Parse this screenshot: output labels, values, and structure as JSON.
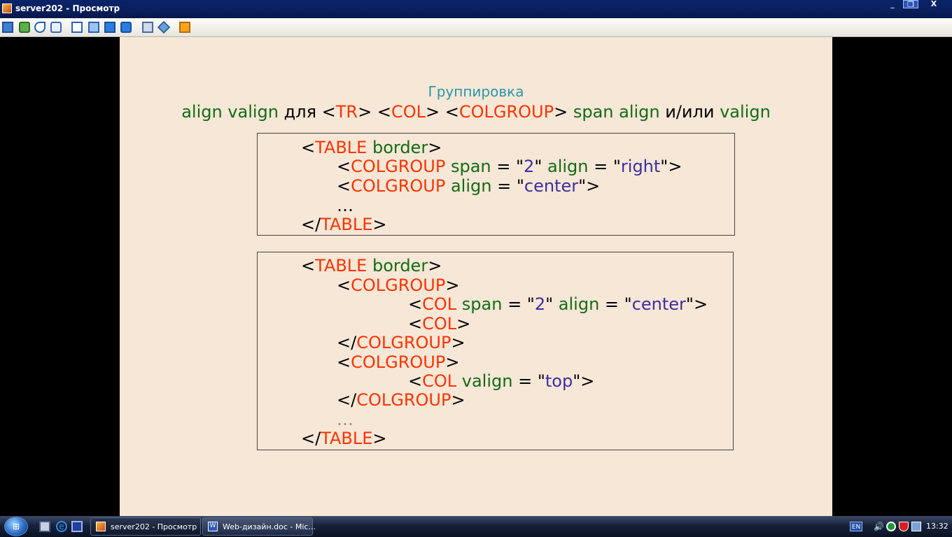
{
  "window": {
    "title": "server202 - Просмотр",
    "min_glyph": "_",
    "max_glyph": "❐",
    "close_glyph": "X"
  },
  "toolbar": {
    "icons": [
      "display-icon",
      "network-icon",
      "phone-icon",
      "chat-icon",
      "window-icon",
      "fit-screen-icon",
      "fullscreen-icon",
      "refresh-icon",
      "copy-icon",
      "settings-icon",
      "close-session-icon"
    ]
  },
  "slide": {
    "title": "Группировка",
    "subtitle": {
      "p1": "align valign",
      "p2": " для <",
      "p3": "TR",
      "p4": ">  <",
      "p5": "COL",
      "p6": "> <",
      "p7": "COLGROUP",
      "p8": ">  ",
      "p9": "span align",
      "p10": " и/или ",
      "p11": "valign"
    },
    "box1": [
      {
        "t1": "<",
        "t2": "TABLE",
        "t3": " border",
        "t4": ">"
      },
      {
        "t1": "<",
        "t2": "COLGROUP",
        "t3": " span",
        "t4": " = \"",
        "t5": "2",
        "t6": "\" ",
        "t7": "align",
        "t8": " = \"",
        "t9": "right",
        "t10": "\">"
      },
      {
        "t1": "<",
        "t2": "COLGROUP",
        "t3": " align",
        "t4": " = \"",
        "t5": "center",
        "t6": "\">"
      },
      {
        "t1": "…"
      },
      {
        "t1": "</",
        "t2": "TABLE",
        "t3": ">"
      }
    ],
    "box2": [
      {
        "t1": "<",
        "t2": "TABLE",
        "t3": " border",
        "t4": ">"
      },
      {
        "t1": "<",
        "t2": "COLGROUP",
        "t3": ">"
      },
      {
        "t1": "<",
        "t2": "COL",
        "t3": " span",
        "t4": " = \"",
        "t5": "2",
        "t6": "\" ",
        "t7": "align",
        "t8": " = \"",
        "t9": "center",
        "t10": "\">"
      },
      {
        "t1": "<",
        "t2": "COL",
        "t3": ">"
      },
      {
        "t1": "</",
        "t2": "COLGROUP",
        "t3": ">"
      },
      {
        "t1": "<",
        "t2": "COLGROUP",
        "t3": ">"
      },
      {
        "t1": "<",
        "t2": "COL",
        "t3": " valign",
        "t4": " = \"",
        "t5": "top",
        "t6": "\">"
      },
      {
        "t1": "</",
        "t2": "COLGROUP",
        "t3": ">"
      },
      {
        "t1": "…"
      },
      {
        "t1": "</",
        "t2": "TABLE",
        "t3": ">"
      }
    ]
  },
  "taskbar": {
    "start_glyph": "⊞",
    "ie_glyph": "e",
    "tasks": [
      {
        "label": "server202 - Просмотр"
      },
      {
        "label": "Web-дизайн.doc - Mic...",
        "icon_glyph": "W"
      }
    ],
    "lang": "EN",
    "volume_glyph": "🔊",
    "clock": "13:32"
  },
  "colors": {
    "slide_bg": "#f6e7d7",
    "attr_green": "#146b14",
    "tag_red": "#ff3300",
    "value_blue": "#3c2ea0",
    "title_teal": "#2a96a8"
  }
}
